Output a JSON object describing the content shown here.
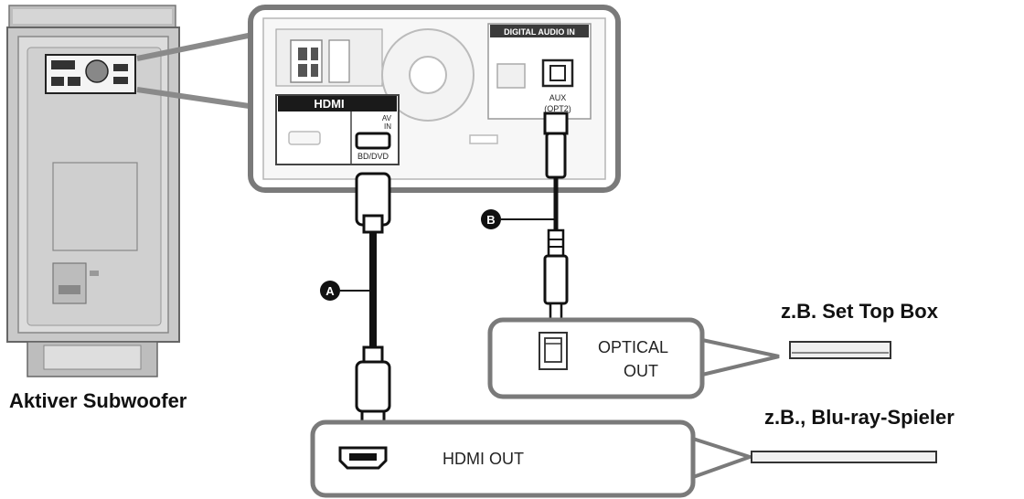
{
  "labels": {
    "subwoofer": "Aktiver Subwoofer",
    "set_top_box": "z.B. Set Top Box",
    "bluray": "z.B., Blu-ray-Spieler",
    "optical_out_line1": "OPTICAL",
    "optical_out_line2": "OUT",
    "hdmi_out": "HDMI OUT"
  },
  "panel": {
    "digital_audio_in": "DIGITAL AUDIO IN",
    "hdmi_logo": "HDMI",
    "av_in_line1": "AV",
    "av_in_line2": "IN",
    "bd_dvd": "BD/DVD",
    "aux_line1": "AUX",
    "aux_line2": "(OPT2)"
  },
  "cables": {
    "a": "A",
    "b": "B"
  }
}
